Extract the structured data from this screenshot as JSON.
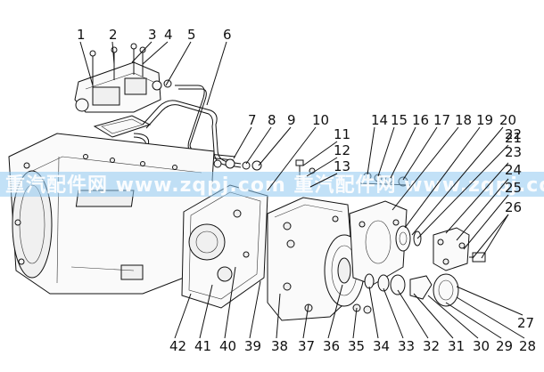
{
  "diagram": {
    "watermark": {
      "text": "重汽配件网 www.zqpj.com 重汽配件网 www.zqpj.com",
      "color": "#8fc8f0"
    },
    "callouts_top": [
      "1",
      "2",
      "3",
      "4",
      "5",
      "6",
      "7",
      "8",
      "9",
      "10",
      "11",
      "12",
      "13",
      "14",
      "15",
      "16",
      "17",
      "18",
      "19",
      "20",
      "21",
      "22",
      "23",
      "24",
      "25",
      "26"
    ],
    "callouts_bottom": [
      "42",
      "41",
      "40",
      "39",
      "38",
      "37",
      "36",
      "35",
      "34",
      "33",
      "32",
      "31",
      "30",
      "29",
      "28",
      "27"
    ]
  }
}
